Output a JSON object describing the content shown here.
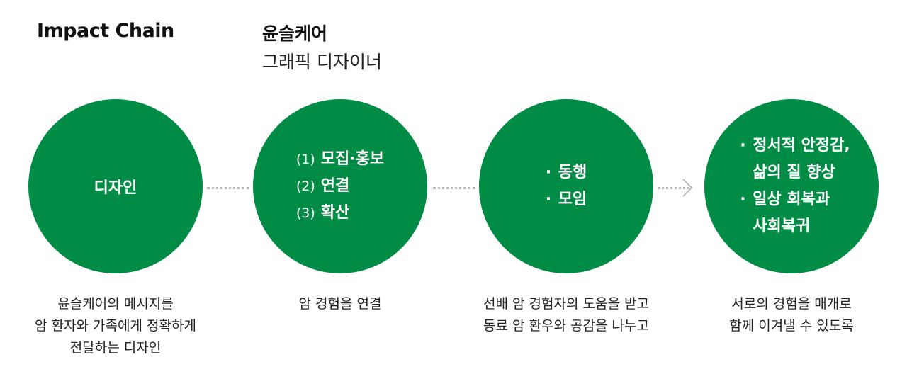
{
  "title": "Impact Chain",
  "org": {
    "name": "윤슬케어",
    "role": "그래픽 디자이너"
  },
  "stages": [
    {
      "label": "디자인",
      "description": [
        "윤슬케어의 메시지를",
        "암 환자와 가족에게 정확하게",
        "전달하는 디자인"
      ]
    },
    {
      "steps": [
        {
          "num": "(1)",
          "text": "모집·홍보"
        },
        {
          "num": "(2)",
          "text": "연결"
        },
        {
          "num": "(3)",
          "text": "확산"
        }
      ],
      "description": [
        "암 경험을 연결"
      ]
    },
    {
      "bullets": [
        "동행",
        "모임"
      ],
      "description": [
        "선배 암 경험자의 도움을 받고",
        "동료 암 환우와 공감을 나누고"
      ]
    },
    {
      "outcomes": [
        {
          "bullet": "·",
          "lines": [
            "정서적 안정감,",
            "삶의 질 향상"
          ]
        },
        {
          "bullet": "·",
          "lines": [
            "일상 회복과",
            "사회복귀"
          ]
        }
      ],
      "description": [
        "서로의 경험을 매개로",
        "함께 이겨낼 수 있도록"
      ]
    }
  ],
  "colors": {
    "circle": "#008c44",
    "connector": "#b5b5b5"
  }
}
